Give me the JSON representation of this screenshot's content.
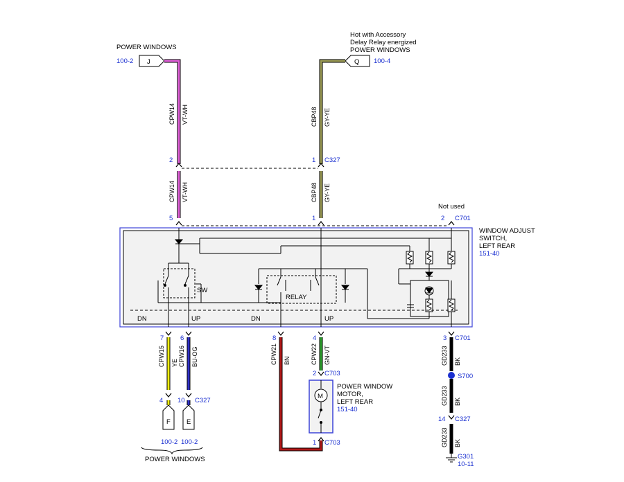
{
  "labels": {
    "power_windows_top_left": "POWER WINDOWS",
    "hot_line1": "Hot with Accessory",
    "hot_line2": "Delay Relay energized",
    "hot_line3": "POWER WINDOWS",
    "ref_j": "100-2",
    "ref_q": "100-4",
    "conn_j": "J",
    "conn_q": "Q",
    "not_used": "Not used",
    "switch_title1": "WINDOW ADJUST",
    "switch_title2": "SWITCH,",
    "switch_title3": "LEFT REAR",
    "switch_ref": "151-40",
    "sw": "SW",
    "relay": "RELAY",
    "dn1": "DN",
    "up1": "UP",
    "dn2": "DN",
    "up2": "UP",
    "motor_title1": "POWER WINDOW",
    "motor_title2": "MOTOR,",
    "motor_title3": "LEFT REAR",
    "motor_ref": "151-40",
    "motor_m": "M",
    "conn_f": "F",
    "conn_e": "E",
    "ref_f": "100-2",
    "ref_e": "100-2",
    "power_windows_bottom": "POWER WINDOWS",
    "s700": "S700",
    "g301": "G301",
    "g301_ref": "10-11"
  },
  "wires": {
    "w1_circuit": "CPW14",
    "w1_color": "VT-WH",
    "w2_circuit": "CBP48",
    "w2_color": "GY-YE",
    "w3_circuit": "CPW14",
    "w3_color": "VT-WH",
    "w4_circuit": "CBP48",
    "w4_color": "GY-YE",
    "w5_circuit": "CPW15",
    "w5_color": "YE",
    "w6_circuit": "CPW16",
    "w6_color": "BU-OG",
    "w7_circuit": "CPW21",
    "w7_color": "BN",
    "w8_circuit": "CPW22",
    "w8_color": "GN-VT",
    "w9_circuit": "GD233",
    "w9_color": "BK",
    "w10_circuit": "GD233",
    "w10_color": "BK",
    "w11_circuit": "GD233",
    "w11_color": "BK"
  },
  "pins": {
    "c327_2": "2",
    "c327_1": "1",
    "c327_name": "C327",
    "c701_5": "5",
    "c701_1": "1",
    "c701_2": "2",
    "c701_name_top": "C701",
    "c701_7": "7",
    "c701_6": "6",
    "c701_8": "8",
    "c701_4": "4",
    "c701_3": "3",
    "c701_name_bottom": "C701",
    "c703_2": "2",
    "c703_name_top": "C703",
    "c703_1": "1",
    "c703_name_bottom": "C703",
    "c327b_4": "4",
    "c327b_10": "10",
    "c327b_name": "C327",
    "c327c_14": "14",
    "c327c_name": "C327"
  },
  "colors": {
    "vt_wh": "#e060d8",
    "gy_ye": "#9a9a55",
    "ye": "#f0ee10",
    "bu_og": "#3030c8",
    "bn": "#b01818",
    "gn_vt": "#2fa02f",
    "bk": "#111111",
    "blue_ref": "#1a2fd0"
  }
}
